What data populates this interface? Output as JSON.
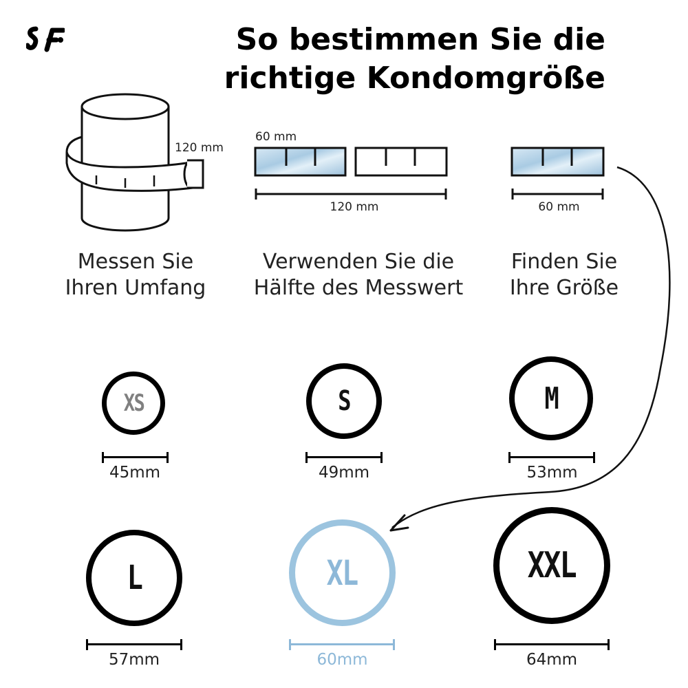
{
  "title": "So bestimmen Sie die richtige Kondomgröße",
  "steps": [
    {
      "label": "Messen Sie\nIhren Umfang",
      "measurement": "120 mm"
    },
    {
      "label": "Verwenden Sie die\nHälfte des Messwert",
      "top_measurement": "60 mm",
      "total_measurement": "120 mm"
    },
    {
      "label": "Finden Sie\nIhre Größe",
      "measurement": "60 mm"
    }
  ],
  "sizes": [
    {
      "size": "XS",
      "width": "45mm"
    },
    {
      "size": "S",
      "width": "49mm"
    },
    {
      "size": "M",
      "width": "53mm"
    },
    {
      "size": "L",
      "width": "57mm"
    },
    {
      "size": "XL",
      "width": "60mm",
      "highlighted": true
    },
    {
      "size": "XXL",
      "width": "64mm"
    }
  ],
  "colors": {
    "accent": "#9cc4df",
    "text": "#111111",
    "grey_size": "#808080"
  },
  "icons": {
    "logo": "sf-logo-icon",
    "cylinder": "cylinder-measuring-tape-icon",
    "arrow": "curved-arrow-icon"
  }
}
